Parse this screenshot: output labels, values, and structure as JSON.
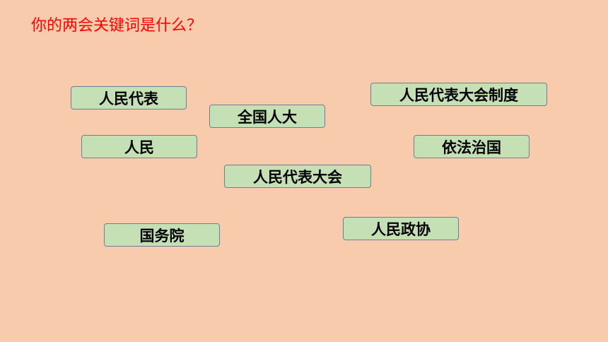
{
  "title": "你的两会关键词是什么？",
  "colors": {
    "background": "#F8CBAD",
    "title": "#FF0000",
    "keyword_fill": "#C5E0B4",
    "keyword_border": "#6A7F9A"
  },
  "keywords": [
    "人民代表",
    "全国人大",
    "人民代表大会制度",
    "人民",
    "依法治国",
    "人民代表大会",
    "国务院",
    "人民政协"
  ]
}
